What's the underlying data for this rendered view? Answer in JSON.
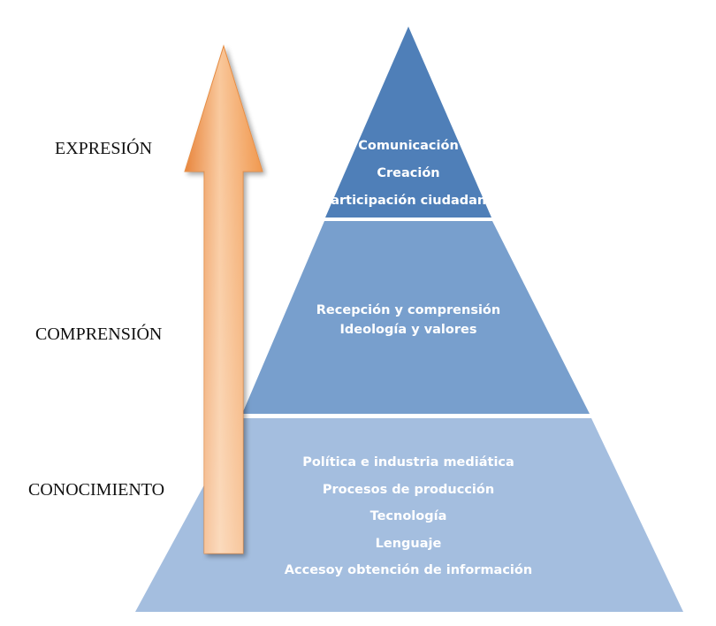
{
  "side_labels": {
    "top": "EXPRESIÓN",
    "middle": "COMPRENSIÓN",
    "bottom": "CONOCIMIENTO"
  },
  "tiers": {
    "top": {
      "color": "#4f7fb8",
      "lines": [
        "Comunicación",
        "Creación",
        "Participación ciudadana"
      ]
    },
    "middle": {
      "color": "#789fcd",
      "lines": [
        "Recepción y comprensión",
        "Ideología y valores"
      ]
    },
    "bottom": {
      "color": "#a4bedf",
      "lines": [
        "Política e industria mediática",
        "Procesos de producción",
        "Tecnología",
        "Lenguaje",
        "Accesoy obtención de información"
      ]
    }
  },
  "arrow": {
    "color_light": "#f9c79a",
    "color_mid": "#ef8f3f",
    "color_dark": "#e67a2b",
    "direction": "up"
  }
}
